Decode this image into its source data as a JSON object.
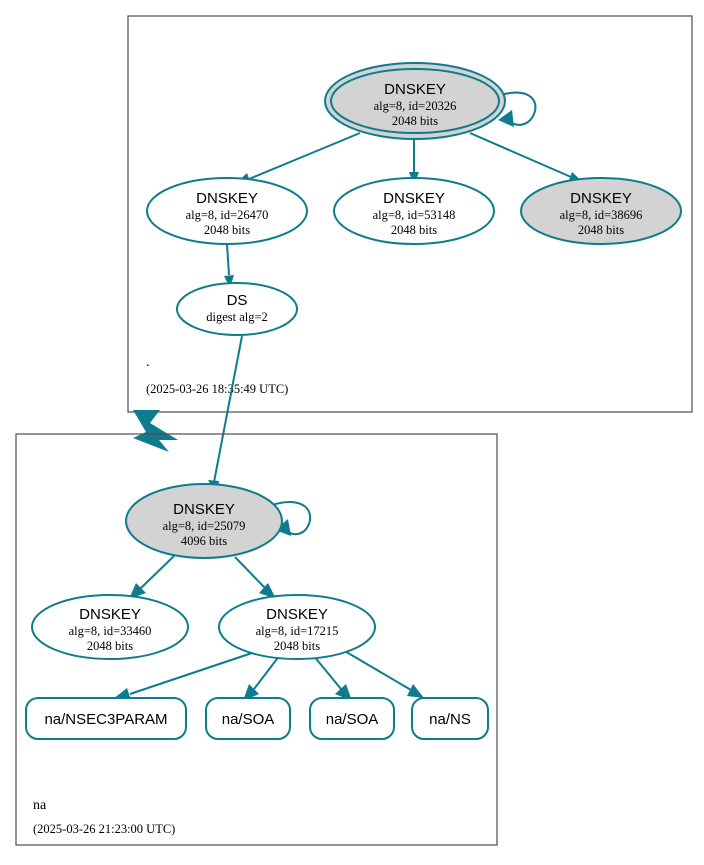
{
  "diagram": {
    "type": "dnssec-authentication-chain",
    "background_color": "#ffffff",
    "accent_color": "#0e7c8c",
    "sep_fill_color": "#d3d3d3",
    "default_fill_color": "#ffffff",
    "cluster_border_color": "#4d4d4d"
  },
  "zones": [
    {
      "id": "root",
      "name": ".",
      "timestamp": "(2025-03-26 18:35:49 UTC)",
      "nodes": [
        {
          "id": "root-ksk-20326",
          "kind": "DNSKEY",
          "title": "DNSKEY",
          "line2": "alg=8, id=20326",
          "line3": "2048 bits",
          "fill": "gray",
          "double_border": true,
          "self_signed": true
        },
        {
          "id": "root-zsk-26470",
          "kind": "DNSKEY",
          "title": "DNSKEY",
          "line2": "alg=8, id=26470",
          "line3": "2048 bits",
          "fill": "white",
          "double_border": false,
          "self_signed": false
        },
        {
          "id": "root-zsk-53148",
          "kind": "DNSKEY",
          "title": "DNSKEY",
          "line2": "alg=8, id=53148",
          "line3": "2048 bits",
          "fill": "white",
          "double_border": false,
          "self_signed": false
        },
        {
          "id": "root-ksk-38696",
          "kind": "DNSKEY",
          "title": "DNSKEY",
          "line2": "alg=8, id=38696",
          "line3": "2048 bits",
          "fill": "gray",
          "double_border": false,
          "self_signed": false
        },
        {
          "id": "root-ds",
          "kind": "DS",
          "title": "DS",
          "line2": "digest alg=2",
          "line3": "",
          "fill": "white",
          "double_border": false,
          "self_signed": false
        }
      ]
    },
    {
      "id": "na",
      "name": "na",
      "timestamp": "(2025-03-26 21:23:00 UTC)",
      "nodes": [
        {
          "id": "na-ksk-25079",
          "kind": "DNSKEY",
          "title": "DNSKEY",
          "line2": "alg=8, id=25079",
          "line3": "4096 bits",
          "fill": "gray",
          "double_border": false,
          "self_signed": true
        },
        {
          "id": "na-zsk-33460",
          "kind": "DNSKEY",
          "title": "DNSKEY",
          "line2": "alg=8, id=33460",
          "line3": "2048 bits",
          "fill": "white",
          "double_border": false,
          "self_signed": false
        },
        {
          "id": "na-zsk-17215",
          "kind": "DNSKEY",
          "title": "DNSKEY",
          "line2": "alg=8, id=17215",
          "line3": "2048 bits",
          "fill": "white",
          "double_border": false,
          "self_signed": false
        },
        {
          "id": "na-nsec3param",
          "kind": "RRset",
          "title": "na/NSEC3PARAM",
          "line2": "",
          "line3": "",
          "fill": "white",
          "double_border": false,
          "self_signed": false
        },
        {
          "id": "na-soa-1",
          "kind": "RRset",
          "title": "na/SOA",
          "line2": "",
          "line3": "",
          "fill": "white",
          "double_border": false,
          "self_signed": false
        },
        {
          "id": "na-soa-2",
          "kind": "RRset",
          "title": "na/SOA",
          "line2": "",
          "line3": "",
          "fill": "white",
          "double_border": false,
          "self_signed": false
        },
        {
          "id": "na-ns",
          "kind": "RRset",
          "title": "na/NS",
          "line2": "",
          "line3": "",
          "fill": "white",
          "double_border": false,
          "self_signed": false
        }
      ]
    }
  ],
  "edges": [
    {
      "from": "root-ksk-20326",
      "to": "root-ksk-20326",
      "style": "self-loop"
    },
    {
      "from": "root-ksk-20326",
      "to": "root-zsk-26470",
      "style": "signs"
    },
    {
      "from": "root-ksk-20326",
      "to": "root-zsk-53148",
      "style": "signs"
    },
    {
      "from": "root-ksk-20326",
      "to": "root-ksk-38696",
      "style": "signs"
    },
    {
      "from": "root-zsk-26470",
      "to": "root-ds",
      "style": "signs"
    },
    {
      "from": "root-ds",
      "to": "na-ksk-25079",
      "style": "delegates"
    },
    {
      "from": "na-ksk-25079",
      "to": "na-ksk-25079",
      "style": "self-loop"
    },
    {
      "from": "na-ksk-25079",
      "to": "na-zsk-33460",
      "style": "signs"
    },
    {
      "from": "na-ksk-25079",
      "to": "na-zsk-17215",
      "style": "signs"
    },
    {
      "from": "na-zsk-17215",
      "to": "na-nsec3param",
      "style": "signs"
    },
    {
      "from": "na-zsk-17215",
      "to": "na-soa-1",
      "style": "signs"
    },
    {
      "from": "na-zsk-17215",
      "to": "na-soa-2",
      "style": "signs"
    },
    {
      "from": "na-zsk-17215",
      "to": "na-ns",
      "style": "signs"
    }
  ]
}
